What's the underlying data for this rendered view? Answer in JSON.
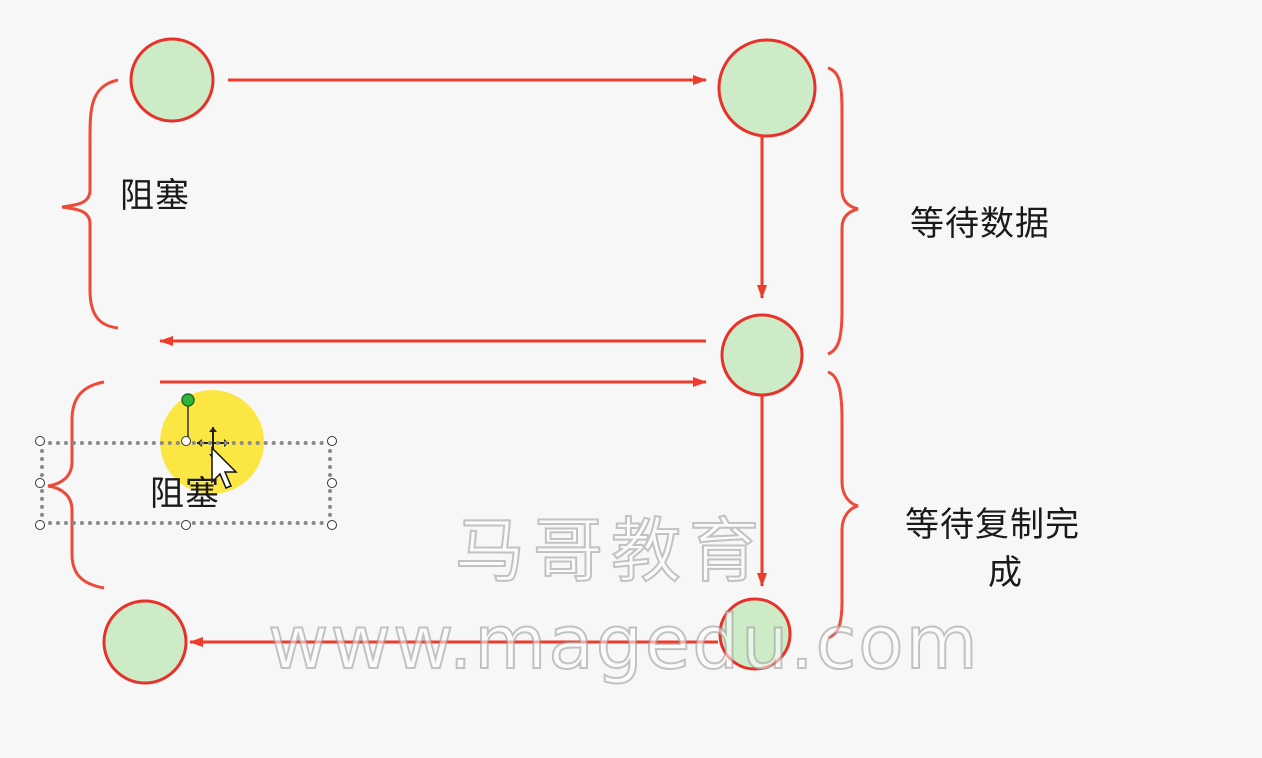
{
  "colors": {
    "node_fill": "#cdebc6",
    "node_stroke": "#e8312a",
    "arrow": "#ee3b2c",
    "brace": "#ee4a3a",
    "highlight": "#fbe53a",
    "handle_green": "#2fb43c"
  },
  "labels": {
    "block_top": "阻塞",
    "block_bottom": "阻塞",
    "wait_data": "等待数据",
    "wait_copy_line1": "等待复制完",
    "wait_copy_line2": "成"
  },
  "watermark": {
    "cn": "马哥教育",
    "url": "www.magedu.com"
  },
  "nodes": [
    "node-top-left",
    "node-top-right",
    "node-middle-right",
    "node-bottom-right",
    "node-bottom-left"
  ],
  "edges": [
    {
      "from": "node-top-left",
      "to": "node-top-right"
    },
    {
      "from": "node-top-right",
      "to": "node-middle-right"
    },
    {
      "from": "node-middle-right",
      "to": "left-margin"
    },
    {
      "from": "left-margin",
      "to": "node-middle-right"
    },
    {
      "from": "node-middle-right",
      "to": "node-bottom-right"
    },
    {
      "from": "node-bottom-right",
      "to": "node-bottom-left"
    }
  ],
  "selected_textbox": "block_bottom"
}
